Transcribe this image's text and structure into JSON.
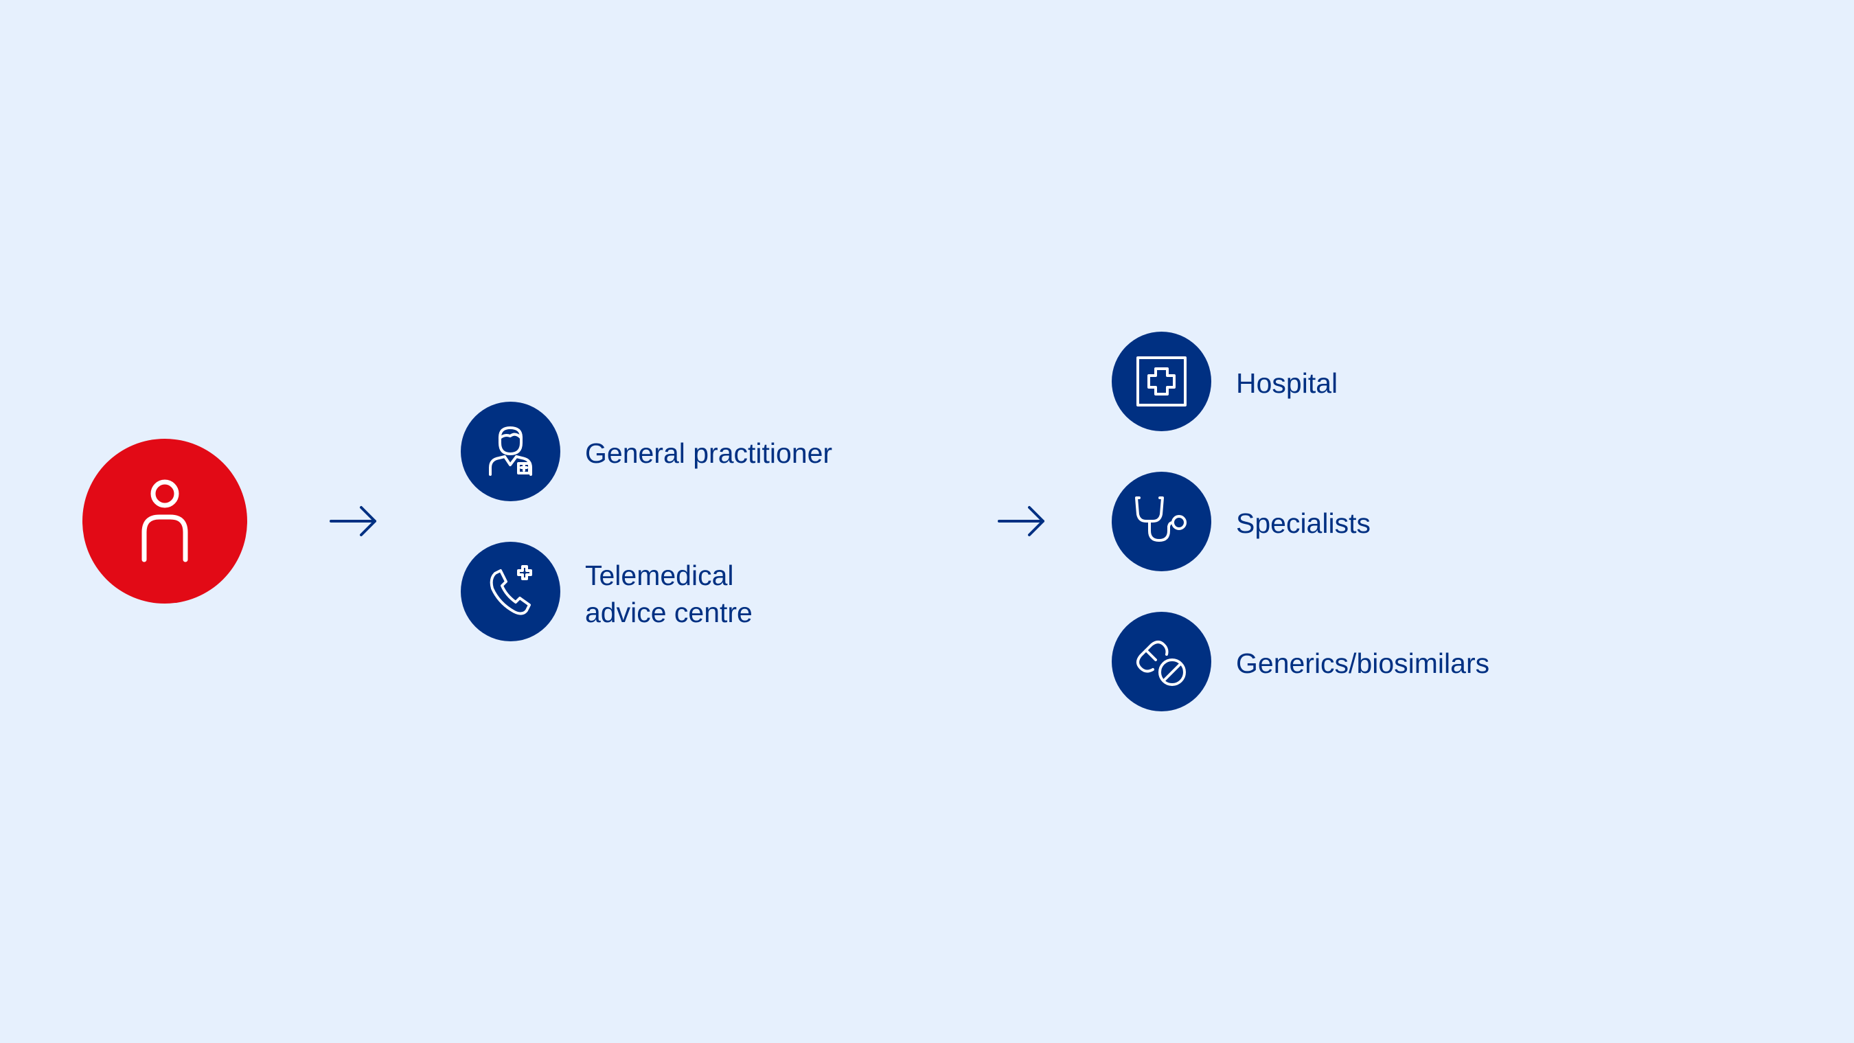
{
  "colors": {
    "background": "#E6F0FD",
    "accent_red": "#E20A16",
    "navy": "#003082",
    "icon_stroke": "#FFFFFF"
  },
  "patient": {
    "icon": "person-icon"
  },
  "primary_care": {
    "items": [
      {
        "icon": "doctor-icon",
        "label_lines": [
          "General practitioner"
        ]
      },
      {
        "icon": "phone-medical-icon",
        "label_lines": [
          "Telemedical",
          "advice centre"
        ]
      }
    ]
  },
  "secondary_care": {
    "items": [
      {
        "icon": "hospital-cross-icon",
        "label_lines": [
          "Hospital"
        ]
      },
      {
        "icon": "stethoscope-icon",
        "label_lines": [
          "Specialists"
        ]
      },
      {
        "icon": "pills-icon",
        "label_lines": [
          "Generics/biosimilars"
        ]
      }
    ]
  },
  "connectors": [
    {
      "icon": "arrow-right-icon"
    },
    {
      "icon": "arrow-right-icon"
    }
  ]
}
